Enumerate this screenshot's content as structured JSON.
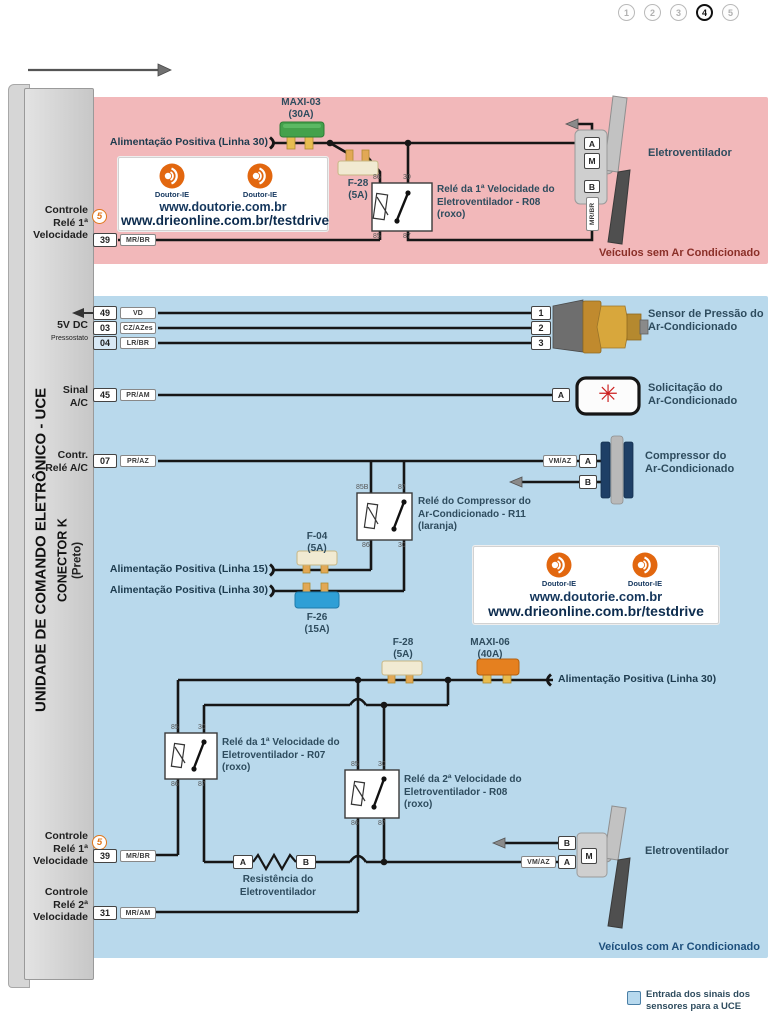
{
  "colors": {
    "panel_no_ac": "#f2b8ba",
    "panel_ac": "#b9d9ec",
    "caption_no_ac": "#8a2f28",
    "caption_ac": "#1d4f7c",
    "wire": "#161616",
    "fuse_green": "#44a14b",
    "fuse_cream": "#f1ead2",
    "fuse_blue": "#2f9fd6",
    "fuse_orange": "#e5801f",
    "brand_orange": "#e2670f",
    "label_slate": "#2e4c5e"
  },
  "pager": {
    "pages": [
      "1",
      "2",
      "3",
      "4",
      "5"
    ],
    "active": "4"
  },
  "uce": {
    "title": "UNIDADE DE COMANDO ELETRÔNICO - UCE",
    "connector": "CONECTOR K",
    "connector_color": "(Preto)"
  },
  "watermark": {
    "brand": "Doutor-IE",
    "url1": "www.doutorie.com.br",
    "url2": "www.drieonline.com.br/testdrive"
  },
  "no_ac": {
    "caption": "Veículos sem Ar Condicionado",
    "alim_30": "Alimentação Positiva (Linha 30)",
    "fuse_maxi03": {
      "name": "MAXI-03",
      "amp": "(30A)"
    },
    "fuse_f28": {
      "name": "F-28",
      "amp": "(5A)"
    },
    "relay_r08": {
      "label": "Relé da 1ª Velocidade do\nEletroventilador - R08\n(roxo)",
      "pin_tl": "86",
      "pin_tr": "30",
      "pin_bl": "85",
      "pin_br": "87"
    },
    "fan": {
      "label": "Eletroventilador",
      "pin_a": "A",
      "pin_m": "M",
      "pin_b": "B",
      "wire": "MR/BR"
    },
    "ctrl": {
      "label": "Controle\nRelé 1ª\nVelocidade",
      "badge": "5",
      "pin": "39",
      "wire": "MR/BR"
    }
  },
  "ac": {
    "caption": "Veículos com Ar Condicionado",
    "row_49": {
      "pin": "49",
      "wire": "VD"
    },
    "row_03": {
      "pin": "03",
      "wire": "CZ/AZes"
    },
    "row_04": {
      "pin": "04",
      "wire": "LR/BR"
    },
    "label_5v": "5V DC",
    "label_pressostato": "Pressostato",
    "sensor": {
      "label": "Sensor de Pressão do\nAr-Condicionado",
      "pin_1": "1",
      "pin_2": "2",
      "pin_3": "3"
    },
    "row_45": {
      "pin": "45",
      "wire": "PR/AM",
      "left_label": "Sinal\nA/C"
    },
    "solicit": {
      "label": "Solicitação do\nAr-Condicionado",
      "pin": "A"
    },
    "row_07": {
      "pin": "07",
      "wire": "PR/AZ",
      "left_label": "Contr.\nRelé A/C"
    },
    "compressor": {
      "label": "Compressor do\nAr-Condicionado",
      "wire": "VM/AZ",
      "pin_a": "A",
      "pin_b": "B"
    },
    "relay_r11": {
      "label": "Relé do Compressor do\nAr-Condicionado - R11\n(laranja)",
      "pin_tl": "85B",
      "pin_tr": "87",
      "pin_bl": "86",
      "pin_br": "30"
    },
    "fuse_f04": {
      "name": "F-04",
      "amp": "(5A)"
    },
    "alim_15": "Alimentação Positiva (Linha 15)",
    "alim_30": "Alimentação Positiva (Linha 30)",
    "fuse_f26": {
      "name": "F-26",
      "amp": "(15A)"
    },
    "fuse_f28": {
      "name": "F-28",
      "amp": "(5A)"
    },
    "fuse_maxi06": {
      "name": "MAXI-06",
      "amp": "(40A)"
    },
    "alim_30_right": "Alimentação Positiva (Linha 30)",
    "relay_r07": {
      "label": "Relé da 1ª Velocidade do\nEletroventilador - R07\n(roxo)",
      "pin_tl": "85",
      "pin_tr": "30",
      "pin_bl": "86",
      "pin_br": "87"
    },
    "relay_r08": {
      "label": "Relé da 2ª Velocidade do\nEletroventilador - R08\n(roxo)",
      "pin_tl": "85",
      "pin_tr": "30",
      "pin_bl": "86",
      "pin_br": "87"
    },
    "resistor": {
      "label": "Resistência do\nEletroventilador",
      "pin_a": "A",
      "pin_b": "B"
    },
    "ctrl_1": {
      "label": "Controle\nRelé 1ª\nVelocidade",
      "badge": "5",
      "pin": "39",
      "wire": "MR/BR"
    },
    "ctrl_2": {
      "label": "Controle\nRelé 2ª\nVelocidade",
      "pin": "31",
      "wire": "MR/AM"
    },
    "fan": {
      "label": "Eletroventilador",
      "pin_a": "A",
      "pin_b": "B",
      "pin_m": "M",
      "wire": "VM/AZ"
    }
  },
  "legend": {
    "text": "Entrada dos sinais dos\nsensores para a UCE"
  }
}
